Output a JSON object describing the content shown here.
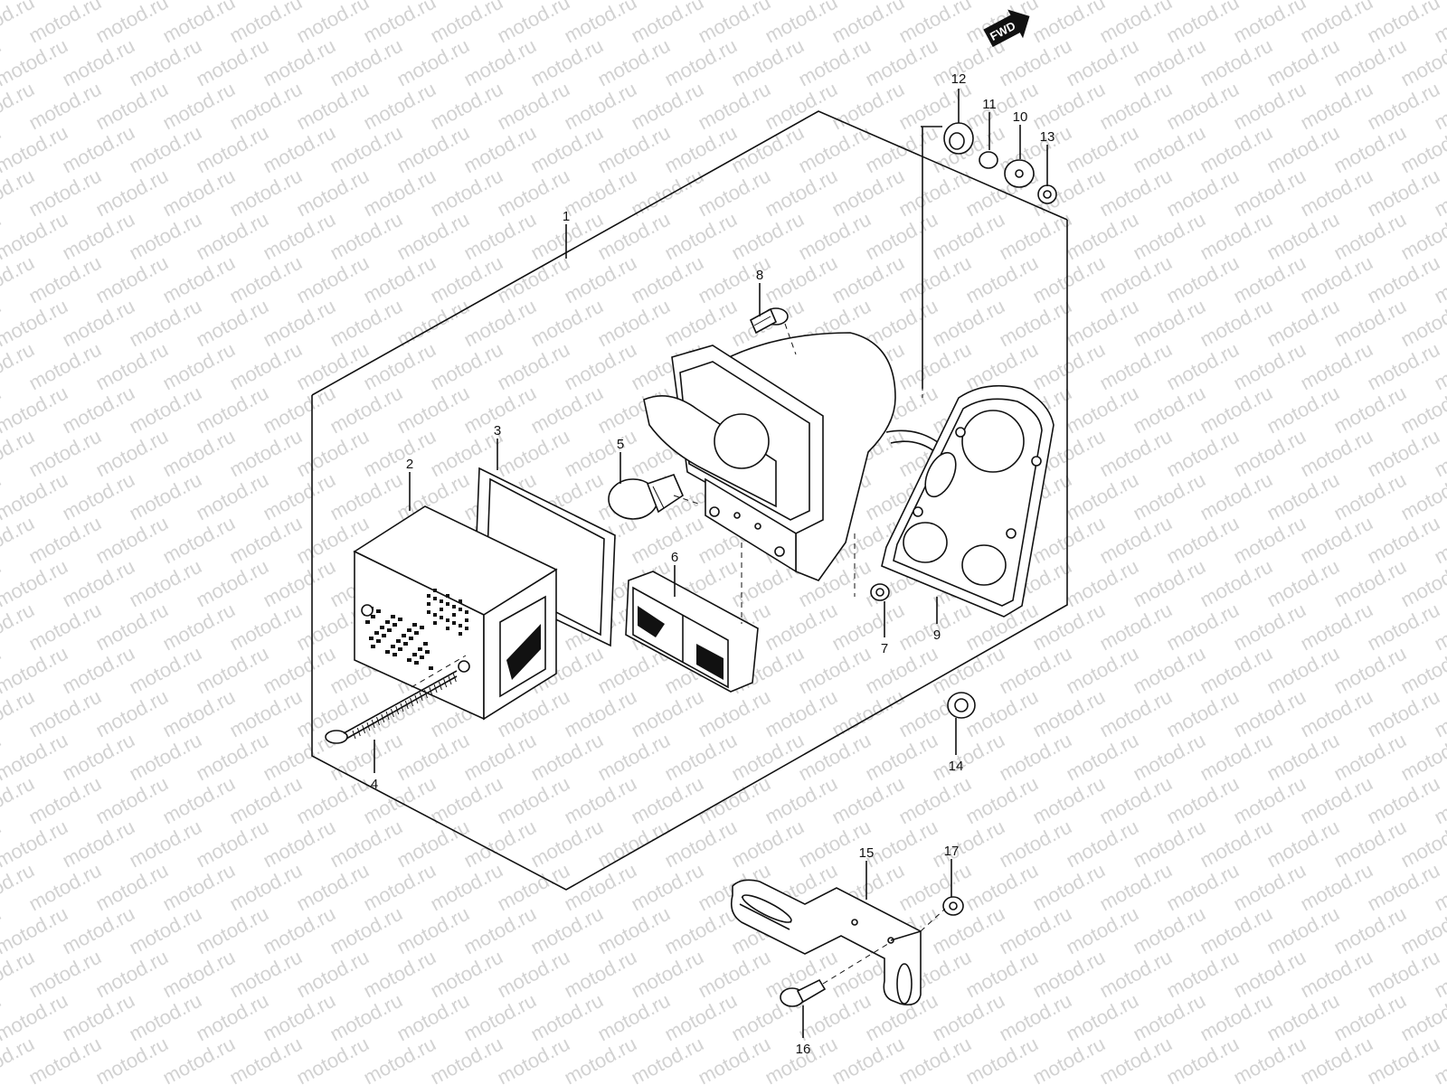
{
  "diagram": {
    "watermark": "motod.ru",
    "fwd_label": "FWD",
    "part_labels": [
      {
        "id": "1",
        "text": "1"
      },
      {
        "id": "2",
        "text": "2"
      },
      {
        "id": "3",
        "text": "3"
      },
      {
        "id": "4",
        "text": "4"
      },
      {
        "id": "5",
        "text": "5"
      },
      {
        "id": "6",
        "text": "6"
      },
      {
        "id": "7",
        "text": "7"
      },
      {
        "id": "8",
        "text": "8"
      },
      {
        "id": "9",
        "text": "9"
      },
      {
        "id": "10",
        "text": "10"
      },
      {
        "id": "11",
        "text": "11"
      },
      {
        "id": "12",
        "text": "12"
      },
      {
        "id": "13",
        "text": "13"
      },
      {
        "id": "14",
        "text": "14"
      },
      {
        "id": "15",
        "text": "15"
      },
      {
        "id": "16",
        "text": "16"
      },
      {
        "id": "17",
        "text": "17"
      }
    ]
  }
}
